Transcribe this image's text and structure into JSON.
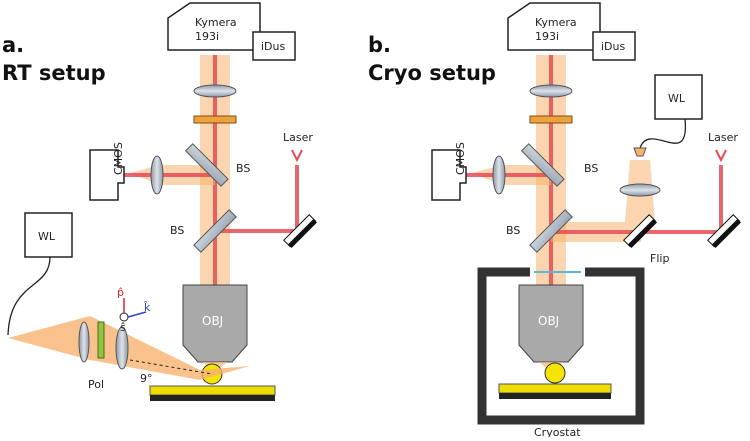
{
  "panels": {
    "a": {
      "letter": "a.",
      "title": "RT setup",
      "spectrometer": "Kymera\n193i",
      "detector": "iDus",
      "camera": "CMOS",
      "beamsplitter_top": "BS",
      "beamsplitter_bottom": "BS",
      "laser": "Laser",
      "objective": "OBJ",
      "white_light": "WL",
      "polarizer": "Pol",
      "angle": "9°",
      "axis_p": "p̂",
      "axis_s": "ŝ",
      "axis_k": "k̂"
    },
    "b": {
      "letter": "b.",
      "title": "Cryo setup",
      "spectrometer": "Kymera\n193i",
      "detector": "iDus",
      "camera": "CMOS",
      "beamsplitter_top": "BS",
      "beamsplitter_bottom": "BS",
      "laser": "Laser",
      "objective": "OBJ",
      "white_light": "WL",
      "flip": "Flip",
      "cryostat": "Cryostat"
    }
  },
  "colors": {
    "beam_white": "#f7b26e",
    "beam_laser": "#e64b55",
    "objective": "#a9a9a9",
    "lens": "#b9c2cf",
    "filter": "#f0a23a",
    "polarizer_green": "#8ec63f",
    "sample": "#f1dc00",
    "particle": "#f5e400",
    "cryostat": "#333333"
  }
}
